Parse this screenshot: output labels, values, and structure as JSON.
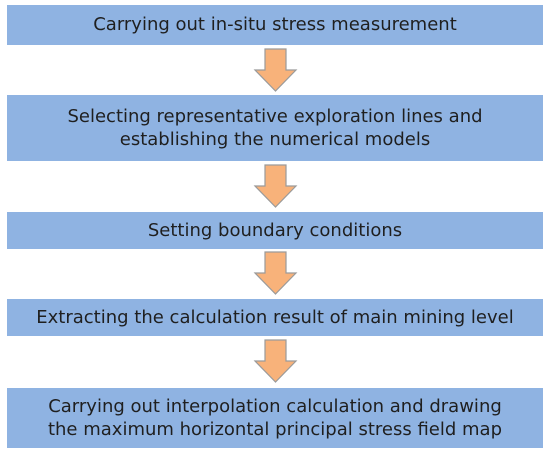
{
  "colors": {
    "box_fill": "#8fb3e2",
    "arrow_fill": "#f8b27a",
    "arrow_stroke": "#9a9a9a"
  },
  "steps": [
    {
      "lines": [
        "Carrying out in-situ stress measurement"
      ]
    },
    {
      "lines": [
        "Selecting representative exploration lines and",
        "establishing the numerical models"
      ]
    },
    {
      "lines": [
        "Setting boundary conditions"
      ]
    },
    {
      "lines": [
        "Extracting the calculation result of main mining level"
      ]
    },
    {
      "lines": [
        "Carrying out interpolation calculation and drawing",
        "the maximum horizontal principal stress field map"
      ]
    }
  ],
  "arrows": [
    {
      "icon": "down-arrow-icon"
    },
    {
      "icon": "down-arrow-icon"
    },
    {
      "icon": "down-arrow-icon"
    },
    {
      "icon": "down-arrow-icon"
    }
  ]
}
